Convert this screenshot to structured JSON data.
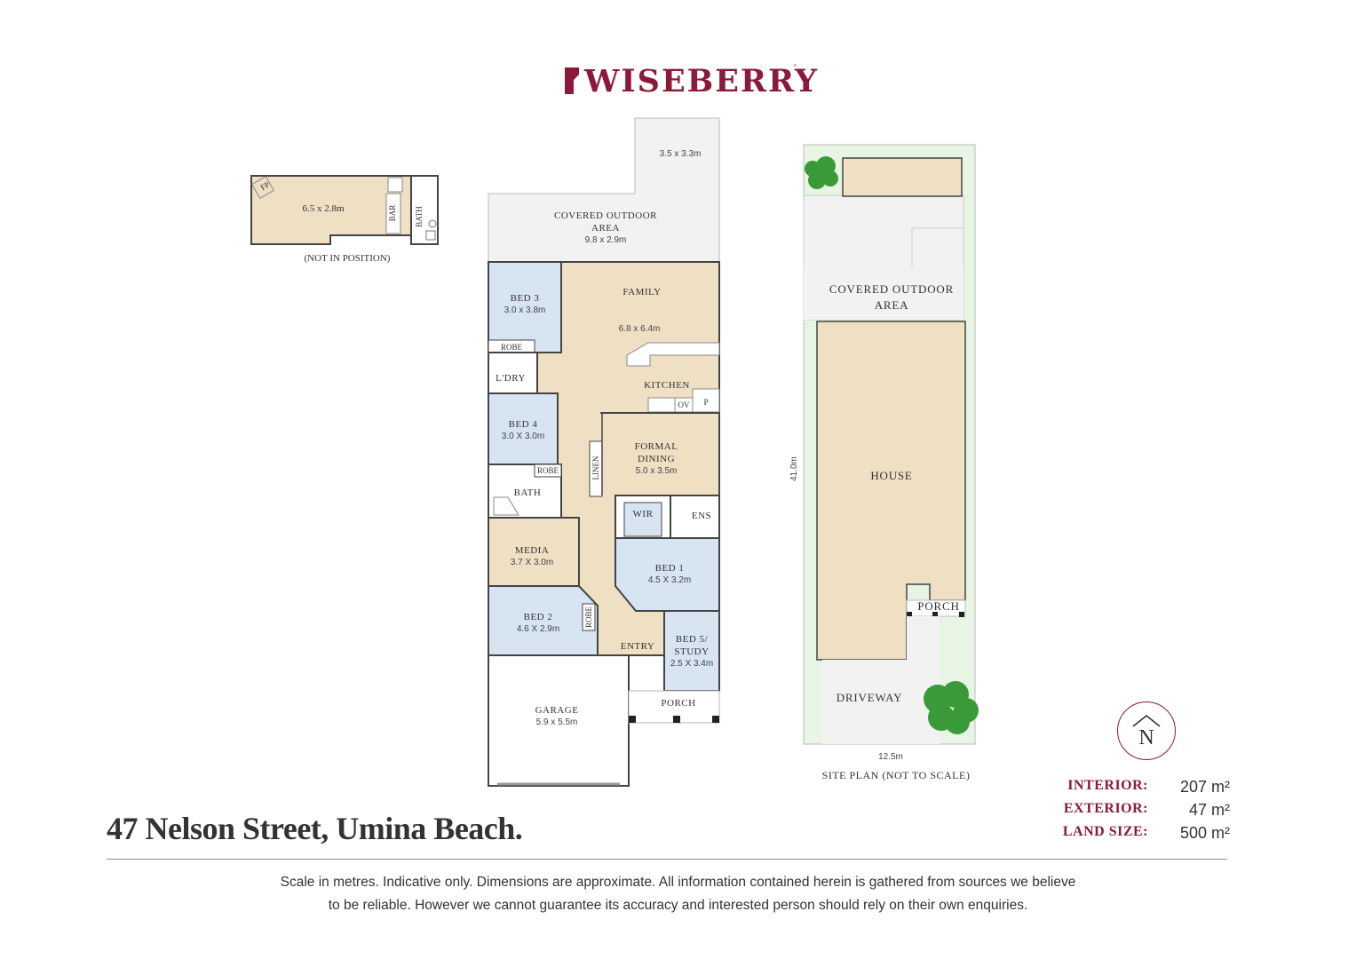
{
  "brand": {
    "name": "WISEBERRY",
    "tm": "*"
  },
  "colors": {
    "brand": "#8b1a3a",
    "living": "#efe0c4",
    "bedroom": "#d7e4f2",
    "outdoor": "#f1f2f1",
    "lawn": "#e8f4e4",
    "tree": "#3a9a3a"
  },
  "detached_room": {
    "size": "6.5 x 2.8m",
    "bar": "BAR",
    "bath": "BATH",
    "fp": "FP",
    "note": "(NOT IN POSITION)"
  },
  "floor_plan": {
    "extension_size": "3.5 x 3.3m",
    "covered_outdoor": {
      "name_l1": "COVERED OUTDOOR",
      "name_l2": "AREA",
      "size": "9.8 x 2.9m"
    },
    "family": {
      "name": "FAMILY",
      "size": "6.8 x 6.4m"
    },
    "kitchen": "KITCHEN",
    "ov": "OV",
    "p": "P",
    "bed3": {
      "name": "BED 3",
      "size": "3.0 x 3.8m"
    },
    "robe": "ROBE",
    "ldry": "L'DRY",
    "bed4": {
      "name": "BED 4",
      "size": "3.0 X 3.0m"
    },
    "linen": "LINEN",
    "formal_dining": {
      "name_l1": "FORMAL",
      "name_l2": "DINING",
      "size": "5.0 x 3.5m"
    },
    "bath": "BATH",
    "wir": "WIR",
    "ens": "ENS",
    "media": {
      "name": "MEDIA",
      "size": "3.7 X 3.0m"
    },
    "bed1": {
      "name": "BED 1",
      "size": "4.5 X 3.2m"
    },
    "bed2": {
      "name": "BED 2",
      "size": "4.6 X 2.9m"
    },
    "entry": "ENTRY",
    "bed5": {
      "name_l1": "BED 5/",
      "name_l2": "STUDY",
      "size": "2.5 X 3.4m"
    },
    "porch": "PORCH",
    "garage": {
      "name": "GARAGE",
      "size": "5.9 x 5.5m"
    }
  },
  "site_plan": {
    "covered_outdoor_l1": "COVERED OUTDOOR",
    "covered_outdoor_l2": "AREA",
    "house": "HOUSE",
    "porch": "PORCH",
    "driveway": "DRIVEWAY",
    "length": "41.0m",
    "width": "12.5m",
    "caption": "SITE PLAN (NOT TO SCALE)"
  },
  "compass": {
    "letter": "N"
  },
  "address": "47 Nelson Street, Umina Beach.",
  "stats": [
    {
      "label": "INTERIOR:",
      "value": "207 m²"
    },
    {
      "label": "EXTERIOR:",
      "value": "47 m²"
    },
    {
      "label": "LAND SIZE:",
      "value": "500 m²"
    }
  ],
  "disclaimer": {
    "line1": "Scale in metres. Indicative only. Dimensions are approximate. All information contained herein is gathered from sources we believe",
    "line2": "to be reliable. However we cannot guarantee its accuracy and interested person should rely on their own enquiries."
  }
}
